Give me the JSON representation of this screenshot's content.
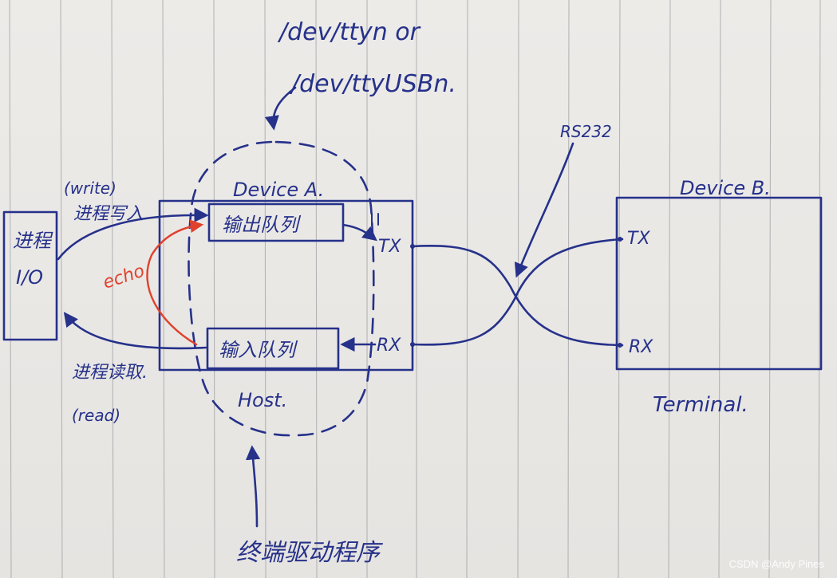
{
  "labels": {
    "dev_path_line1": "/dev/ttyn or",
    "dev_path_line2": "/dev/ttyUSBn.",
    "device_a": "Device A.",
    "device_b": "Device B.",
    "host": "Host.",
    "terminal": "Terminal.",
    "process_box_line1": "进程",
    "process_box_line2": "I/O",
    "write_paren": "(write)",
    "process_write": "进程写入",
    "process_read": "进程读取.",
    "read_paren": "(read)",
    "output_queue": "输出队列",
    "input_queue": "输入队列",
    "echo": "echo",
    "tx_a": "TX",
    "rx_a": "RX",
    "tx_b": "TX",
    "rx_b": "RX",
    "rs232": "RS232",
    "driver": "终端驱动程序"
  },
  "watermark": "CSDN @Andy Pines",
  "colors": {
    "ink": "#26318a",
    "echo": "#e0412d",
    "paper": "#ecebe8"
  }
}
